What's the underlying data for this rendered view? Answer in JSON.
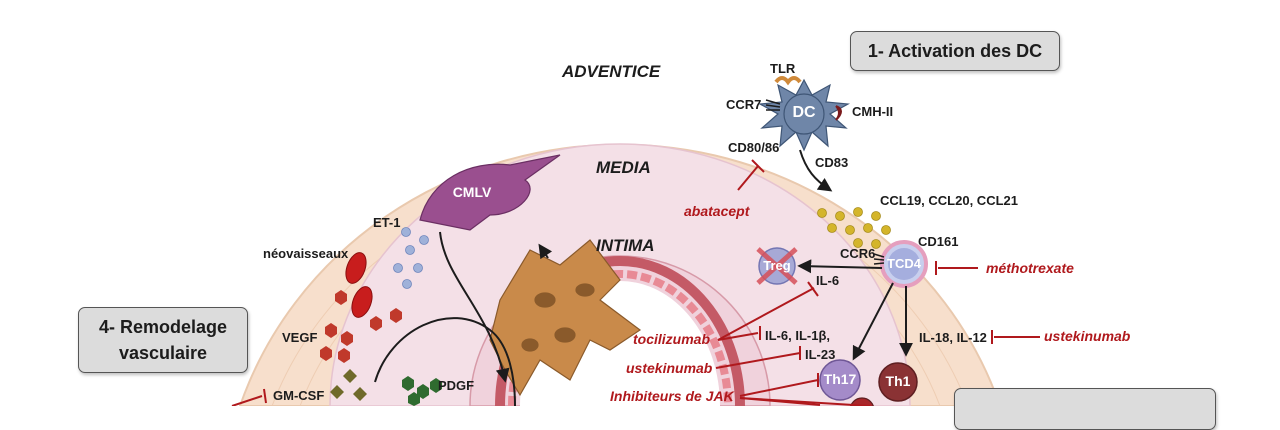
{
  "layers": {
    "adventice": "ADVENTICE",
    "media": "MEDIA",
    "intima": "INTIMA"
  },
  "boxes": {
    "activation": "1- Activation des DC",
    "remodelage_line1": "4- Remodelage",
    "remodelage_line2": "vasculaire"
  },
  "cells": {
    "dc": "DC",
    "cmlv": "CMLV",
    "treg": "Treg",
    "tcd4": "TCD4",
    "th17": "Th17",
    "th1": "Th1"
  },
  "markers": {
    "tlr": "TLR",
    "ccr7": "CCR7",
    "cmh2": "CMH-II",
    "cd80_86": "CD80/86",
    "cd83": "CD83",
    "ccl": "CCL19, CCL20, CCL21",
    "ccr6": "CCR6",
    "cd161": "CD161",
    "il6": "IL-6",
    "il6_il1b": "IL-6, IL-1β,",
    "il23": "IL-23",
    "il18_il12": "IL-18, IL-12",
    "et1": "ET-1",
    "neovaisseaux": "néovaisseaux",
    "vegf": "VEGF",
    "pdgf": "PDGF",
    "gmcsf": "GM-CSF"
  },
  "drugs": {
    "abatacept": "abatacept",
    "methotrexate": "méthotrexate",
    "ustekinumab_right": "ustekinumab",
    "tocilizumab": "tocilizumab",
    "ustekinumab_left": "ustekinumab",
    "jak": "Inhibiteurs de JAK"
  },
  "colors": {
    "drug_red": "#b0191d",
    "box_gray": "#dcdcdc",
    "adventice": "#f6dcc9",
    "media": "#f3dde6"
  }
}
